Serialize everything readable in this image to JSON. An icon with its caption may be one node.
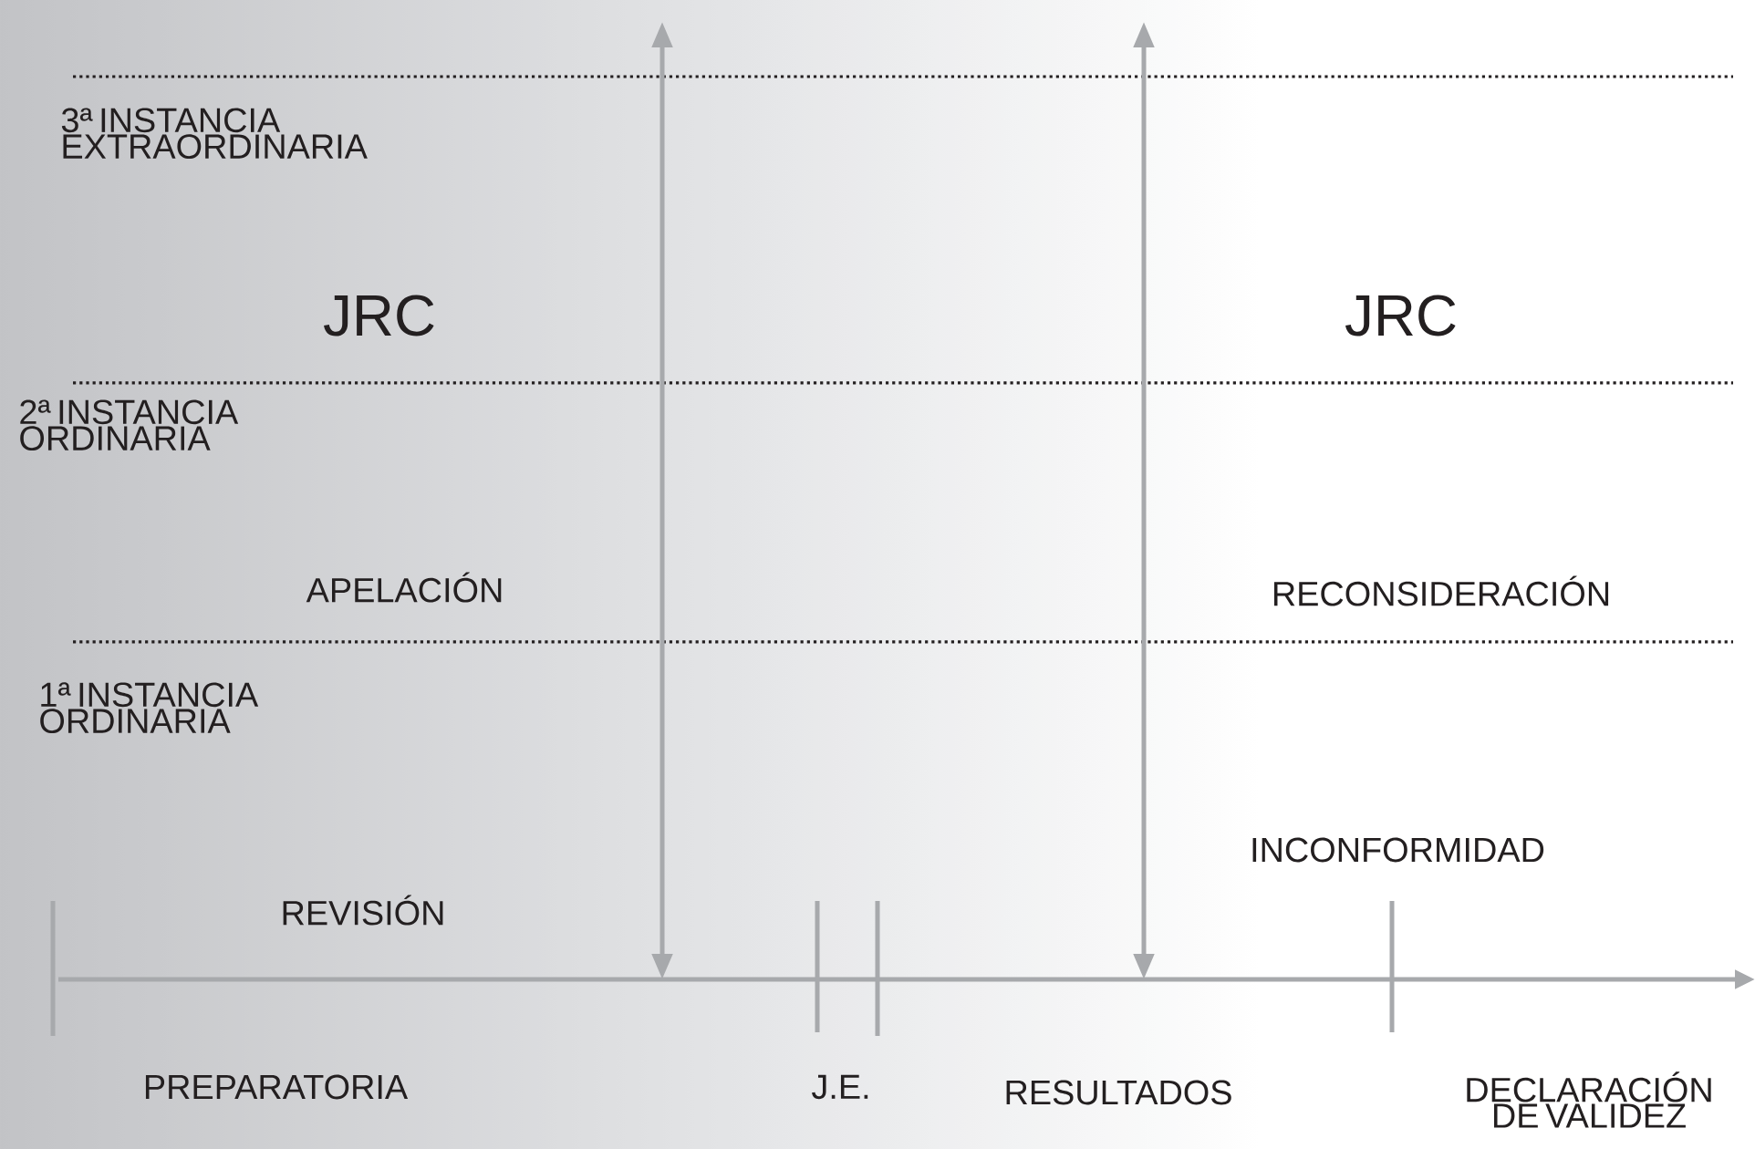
{
  "diagram": {
    "labels": [
      "3ª INSTANCIA EXTRAORDINARIA",
      "JRC",
      "JRC",
      "2ª INSTANCIA ORDINARIA",
      "APELACIÓN",
      "RECONSIDERACIÓN",
      "1ª INSTANCIA ORDINARIA",
      "INCONFORMIDAD",
      "REVISIÓN",
      "PREPARATORIA",
      "J.E.",
      "RESULTADOS",
      "DECLARACIÓN DE VALIDEZ"
    ]
  }
}
